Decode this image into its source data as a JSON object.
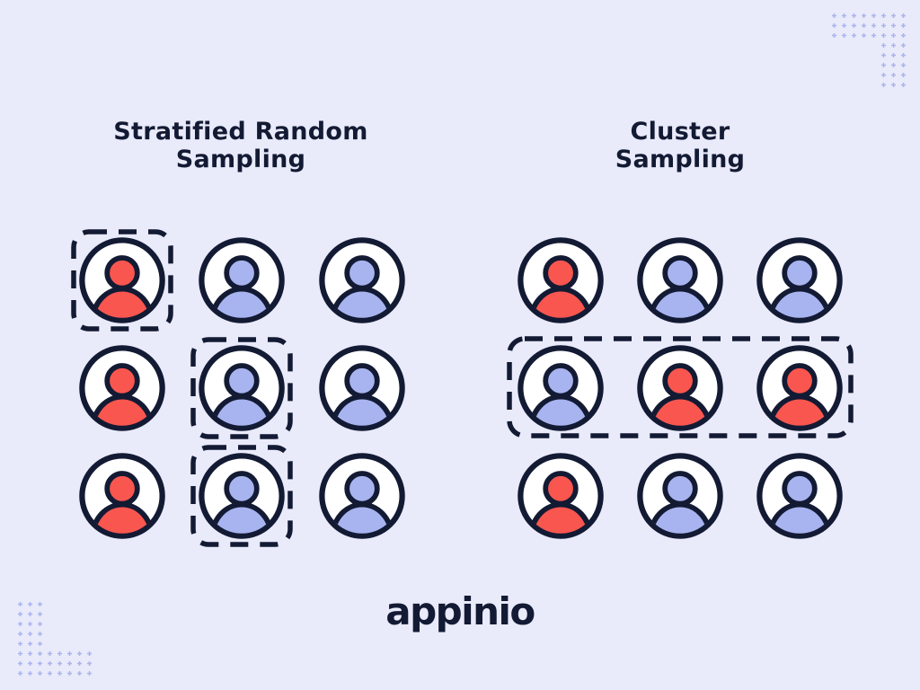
{
  "titles": {
    "left": {
      "line1": "Stratified Random",
      "line2": "Sampling"
    },
    "right": {
      "line1": "Cluster",
      "line2": "Sampling"
    }
  },
  "logo": {
    "text": "appinio"
  },
  "colors": {
    "background": "#e9eafa",
    "outline": "#131a33",
    "red": "#f9564f",
    "blue": "#a8b4f0",
    "circle_fill": "#ffffff",
    "dots": "#a9b4ee",
    "title_text": "#131a33"
  },
  "grids": {
    "stratified": {
      "name": "stratified-random-sampling",
      "rows": [
        [
          {
            "color": "red",
            "selected": true
          },
          {
            "color": "blue",
            "selected": false
          },
          {
            "color": "blue",
            "selected": false
          }
        ],
        [
          {
            "color": "red",
            "selected": false
          },
          {
            "color": "blue",
            "selected": true
          },
          {
            "color": "blue",
            "selected": false
          }
        ],
        [
          {
            "color": "red",
            "selected": false
          },
          {
            "color": "blue",
            "selected": true
          },
          {
            "color": "blue",
            "selected": false
          }
        ]
      ],
      "selection_style": "individual-dashed-boxes"
    },
    "cluster": {
      "name": "cluster-sampling",
      "rows": [
        [
          {
            "color": "red",
            "selected": false
          },
          {
            "color": "blue",
            "selected": false
          },
          {
            "color": "blue",
            "selected": false
          }
        ],
        [
          {
            "color": "blue",
            "selected": true
          },
          {
            "color": "red",
            "selected": true
          },
          {
            "color": "red",
            "selected": true
          }
        ],
        [
          {
            "color": "red",
            "selected": false
          },
          {
            "color": "blue",
            "selected": false
          },
          {
            "color": "blue",
            "selected": false
          }
        ]
      ],
      "selected_row_index": 1,
      "selection_style": "whole-row-dashed-box"
    }
  },
  "decorations": {
    "top_right_dots": {
      "horizontal_block": {
        "cols": 8,
        "rows": 3
      },
      "vertical_block": {
        "cols": 3,
        "rows": 5
      }
    },
    "bottom_left_dots": {
      "vertical_block": {
        "cols": 3,
        "rows": 5
      },
      "horizontal_block": {
        "cols": 8,
        "rows": 3
      }
    }
  }
}
